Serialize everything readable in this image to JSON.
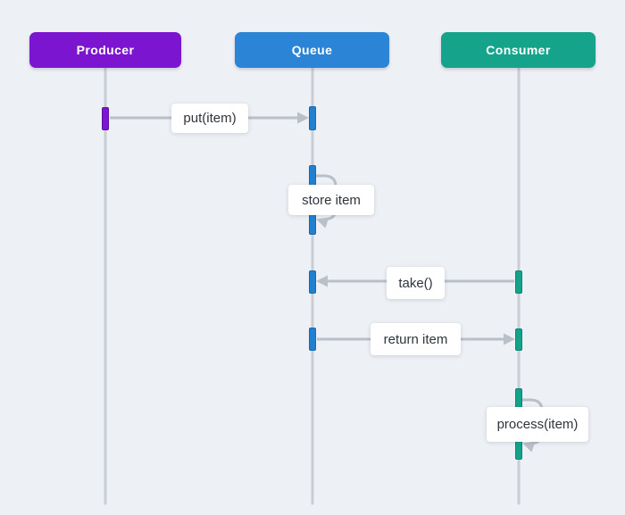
{
  "colors": {
    "background": "#edf0f4",
    "producer_accent": "#7c15d0",
    "queue_accent": "#2b84d6",
    "consumer_accent": "#15a38b",
    "lifeline": "#c9ced6",
    "arrow": "#b9c0c8",
    "label_text": "#2f353a",
    "label_background": "#ffffff"
  },
  "diagram": {
    "type": "sequence",
    "actors": [
      {
        "id": "producer",
        "label": "Producer"
      },
      {
        "id": "queue",
        "label": "Queue"
      },
      {
        "id": "consumer",
        "label": "Consumer"
      }
    ],
    "messages": [
      {
        "label": "put(item)",
        "from": "Producer",
        "to": "Queue",
        "kind": "call"
      },
      {
        "label": "store item",
        "from": "Queue",
        "to": "Queue",
        "kind": "self"
      },
      {
        "label": "take()",
        "from": "Consumer",
        "to": "Queue",
        "kind": "call"
      },
      {
        "label": "return item",
        "from": "Queue",
        "to": "Consumer",
        "kind": "call"
      },
      {
        "label": "process(item)",
        "from": "Consumer",
        "to": "Consumer",
        "kind": "self"
      }
    ]
  }
}
